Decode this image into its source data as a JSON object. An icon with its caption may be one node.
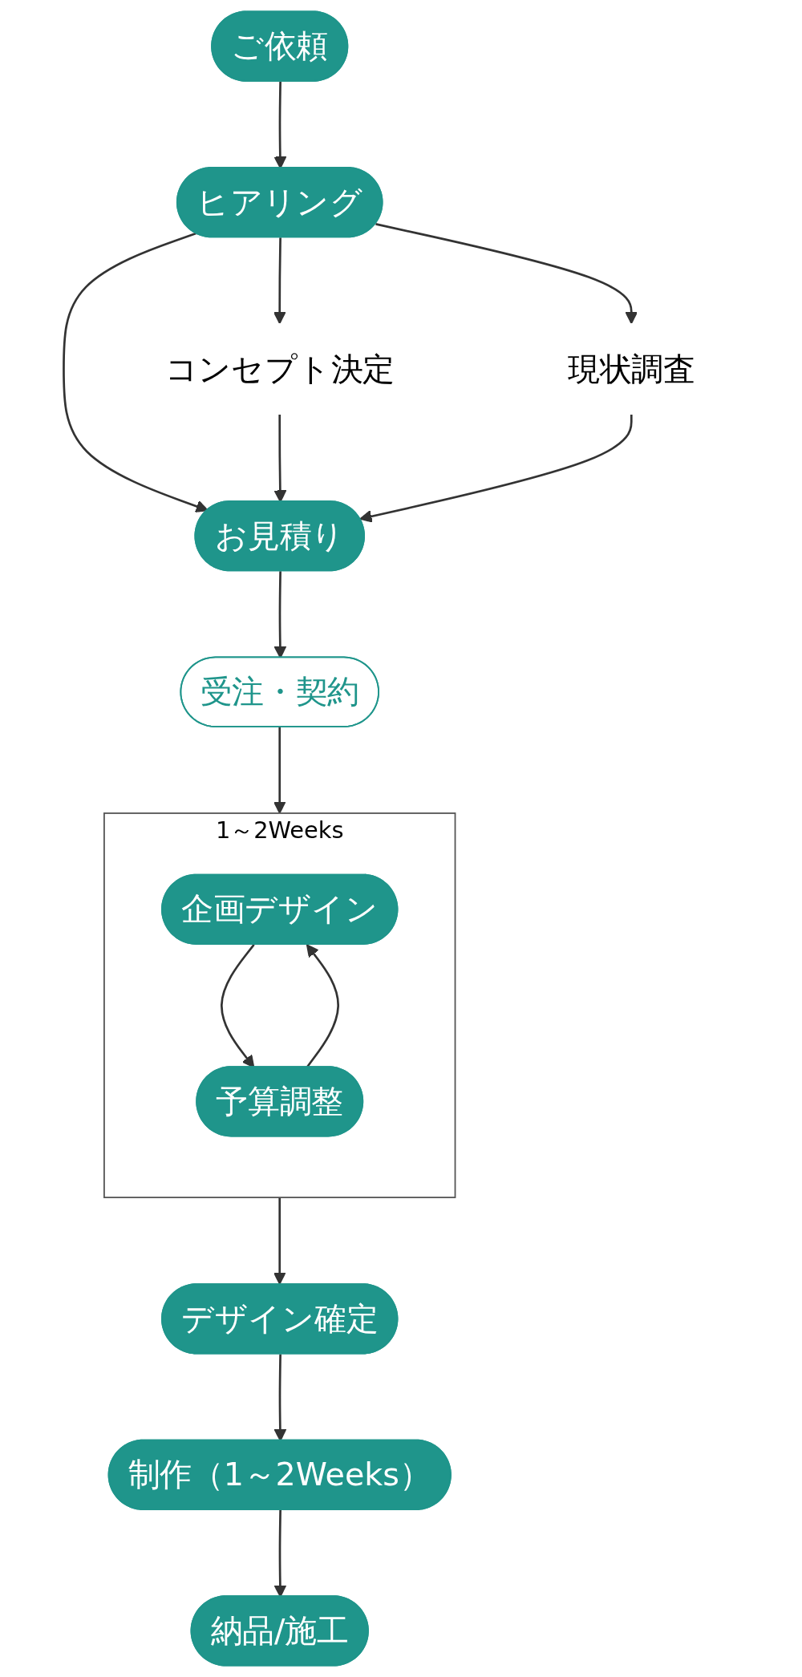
{
  "diagram": {
    "nodes": [
      {
        "text": [
          "ご依頼"
        ]
      },
      {
        "text": [
          "ヒアリング"
        ]
      },
      {
        "text": [
          "コンセプト決定"
        ]
      },
      {
        "text": [
          "現状調査"
        ]
      },
      {
        "text": [
          "お見積り"
        ]
      },
      {
        "text": [
          "受注・契約"
        ]
      },
      {
        "text": [
          "1～2Weeks"
        ]
      },
      {
        "text": [
          "企画デザイン"
        ],
        "in": 6
      },
      {
        "text": [
          "予算調整"
        ],
        "in": 6
      },
      {
        "text": [
          "デザイン確定"
        ]
      },
      {
        "text": [
          "制作（1～2Weeks）"
        ]
      },
      {
        "text": [
          "納品/施工"
        ]
      }
    ],
    "edges": [
      {
        "from": 0,
        "to": 1,
        "arrow": "to"
      },
      {
        "from": 1,
        "to": 2,
        "arrow": "to"
      },
      {
        "from": 1,
        "to": 3,
        "arrow": "to"
      },
      {
        "from": 1,
        "to": 4,
        "arrow": "to"
      },
      {
        "from": 2,
        "to": 4,
        "arrow": "to"
      },
      {
        "from": 3,
        "to": 4,
        "arrow": "to"
      },
      {
        "from": 4,
        "to": 5,
        "arrow": "to"
      },
      {
        "from": 5,
        "to": 6,
        "arrow": "to"
      },
      {
        "from": 7,
        "to": 8,
        "arrow": "to"
      },
      {
        "from": 8,
        "to": 7,
        "arrow": "to"
      },
      {
        "from": 6,
        "to": 9,
        "arrow": "to"
      },
      {
        "from": 9,
        "to": 10,
        "arrow": "to"
      },
      {
        "from": 10,
        "to": 11,
        "arrow": "to"
      }
    ]
  }
}
